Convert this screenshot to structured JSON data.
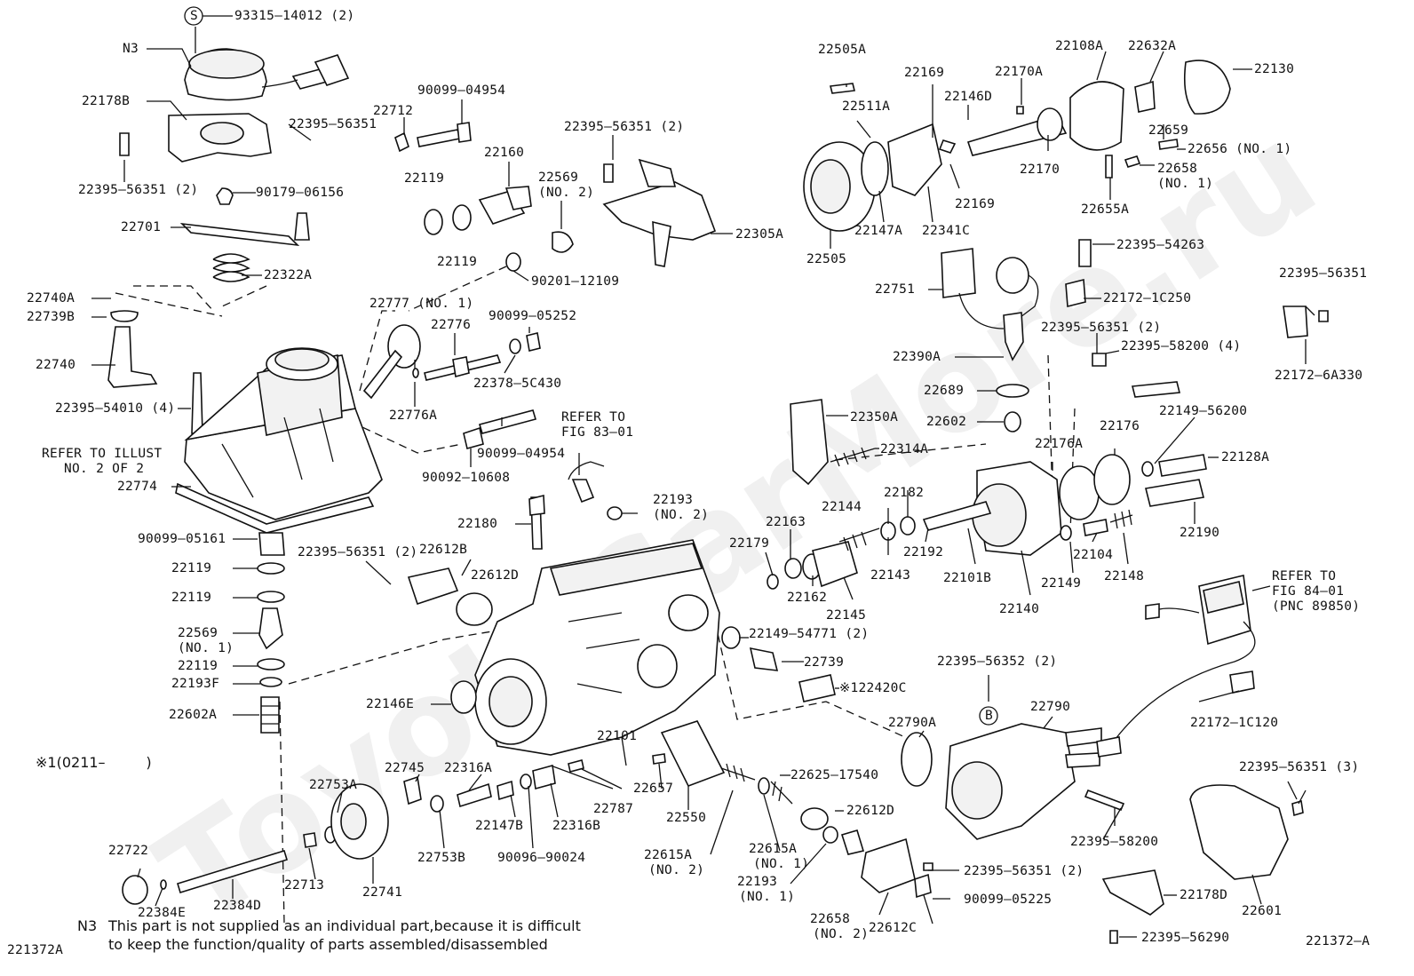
{
  "watermark": "ToyotaCarMore.ru",
  "diagram_id": "221372A",
  "diagram_id_right": "221372–A",
  "footnote": {
    "mark": "N3",
    "line1": "This part is not supplied as an individual part,because it is difficult",
    "line2": "to keep the function/quality of parts assembled/disassembled"
  },
  "range_note": "※1(0211–         )",
  "labels": {
    "p93315": "93315–14012 (2)",
    "n3": "N3",
    "s_mark": "S",
    "b_mark": "B",
    "p22178B": "22178B",
    "p22395_56351_a": "22395–56351",
    "p22395_56351_2a": "22395–56351 (2)",
    "p90179": "90179–06156",
    "p22701": "22701",
    "p22322A": "22322A",
    "p22740A": "22740A",
    "p22739B": "22739B",
    "p22740": "22740",
    "p22395_54010": "22395–54010 (4)",
    "refer_illust_1": "REFER TO ILLUST",
    "refer_illust_2": "NO. 2 OF 2",
    "p22774": "22774",
    "p90099_05161": "90099–05161",
    "p22119_a": "22119",
    "p22119_b": "22119",
    "p22569_1": "22569",
    "p22569_1b": "(NO. 1)",
    "p22119_c": "22119",
    "p22193F": "22193F",
    "p22602A": "22602A",
    "p22712": "22712",
    "p90099_04954_a": "90099–04954",
    "p22160": "22160",
    "p22119_d": "22119",
    "p22119_e": "22119",
    "p22395_56351_2b": "22395–56351 (2)",
    "p22569_2": "22569",
    "p22569_2b": "(NO. 2)",
    "p90201": "90201–12109",
    "p22305A": "22305A",
    "p22777": "22777 (NO. 1)",
    "p22776": "22776",
    "p90099_05252": "90099–05252",
    "p22378": "22378–5C430",
    "p22776A": "22776A",
    "p90099_04954_b": "90099–04954",
    "p90092": "90092–10608",
    "refer83_1": "REFER TO",
    "refer83_2": "FIG 83–01",
    "p22180": "22180",
    "p22193_2": "22193",
    "p22193_2b": "(NO. 2)",
    "p22395_56351_2c": "22395–56351 (2)",
    "p22612B": "22612B",
    "p22612D_a": "22612D",
    "p22505A": "22505A",
    "p22169_a": "22169",
    "p22511A": "22511A",
    "p22170A": "22170A",
    "p22146D": "22146D",
    "p22108A": "22108A",
    "p22632A": "22632A",
    "p22130": "22130",
    "p22659": "22659",
    "p22656": "22656 (NO. 1)",
    "p22170": "22170",
    "p22169_b": "22169",
    "p22658_1": "22658",
    "p22658_1b": "(NO. 1)",
    "p22147A": "22147A",
    "p22341C": "22341C",
    "p22655A": "22655A",
    "p22505": "22505",
    "p22395_54263": "22395–54263",
    "p22751": "22751",
    "p22172_1C250": "22172–1C250",
    "p22395_56351_r": "22395–56351",
    "p22172_6A330": "22172–6A330",
    "p22390A": "22390A",
    "p22395_56351_2d": "22395–56351 (2)",
    "p22395_58200_4": "22395–58200 (4)",
    "p22689": "22689",
    "p22602": "22602",
    "p22350A": "22350A",
    "p22314A": "22314A",
    "p22176A": "22176A",
    "p22176": "22176",
    "p22149_56200": "22149–56200",
    "p22128A": "22128A",
    "p22190": "22190",
    "p22182": "22182",
    "p22144": "22144",
    "p22163": "22163",
    "p22179": "22179",
    "p22192": "22192",
    "p22143": "22143",
    "p22162": "22162",
    "p22145": "22145",
    "p22101B": "22101B",
    "p22140": "22140",
    "p22149": "22149",
    "p22104": "22104",
    "p22148": "22148",
    "refer84_1": "REFER TO",
    "refer84_2": "FIG 84–01",
    "refer84_3": "(PNC 89850)",
    "p22149_54771": "22149–54771 (2)",
    "p22739": "22739",
    "p122420C": "※122420C",
    "p22146E": "22146E",
    "p22395_56352": "22395–56352 (2)",
    "p22790A": "22790A",
    "p22790": "22790",
    "p22172_1C120": "22172–1C120",
    "p22101": "22101",
    "p22745": "22745",
    "p22316A": "22316A",
    "p22753A": "22753A",
    "p22787": "22787",
    "p22657": "22657",
    "p22625": "22625–17540",
    "p22147B": "22147B",
    "p22316B": "22316B",
    "p22550": "22550",
    "p22753B": "22753B",
    "p90096": "90096–90024",
    "p22612D_b": "22612D",
    "p22395_58200": "22395–58200",
    "p22395_56351_3": "22395–56351 (3)",
    "p22722": "22722",
    "p22713": "22713",
    "p22741": "22741",
    "p22384E": "22384E",
    "p22384D": "22384D",
    "p22615A_2": "22615A",
    "p22615A_2b": "(NO. 2)",
    "p22615A_1": "22615A",
    "p22615A_1b": "(NO. 1)",
    "p22193_1": "22193",
    "p22193_1b": "(NO. 1)",
    "p22395_56351_2e": "22395–56351 (2)",
    "p90099_05225": "90099–05225",
    "p22658_2": "22658",
    "p22658_2b": "(NO. 2)",
    "p22612C": "22612C",
    "p22395_56290": "22395–56290",
    "p22178D": "22178D",
    "p22601": "22601"
  }
}
